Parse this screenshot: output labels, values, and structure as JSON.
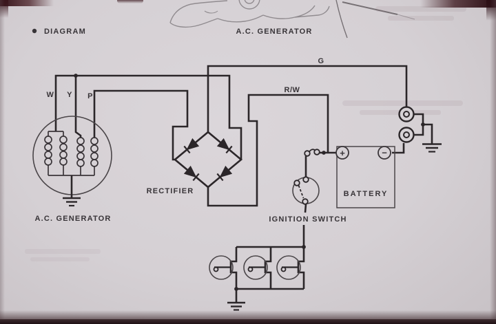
{
  "page": {
    "bullet": "●",
    "section_label": "DIAGRAM",
    "top_caption": "A.C. GENERATOR"
  },
  "diagram": {
    "wire_labels": {
      "g": "G",
      "rw": "R/W",
      "w": "W",
      "y": "Y",
      "p": "P"
    },
    "component_labels": {
      "generator": "A.C. GENERATOR",
      "rectifier": "RECTIFIER",
      "ignition_switch": "IGNITION SWITCH",
      "battery": "BATTERY",
      "battery_plus": "+",
      "battery_minus": "−"
    },
    "colors": {
      "wire": "#2b2629",
      "component_outline": "#4a4548",
      "text": "#383438",
      "page_background": "#d5d0d4"
    }
  }
}
